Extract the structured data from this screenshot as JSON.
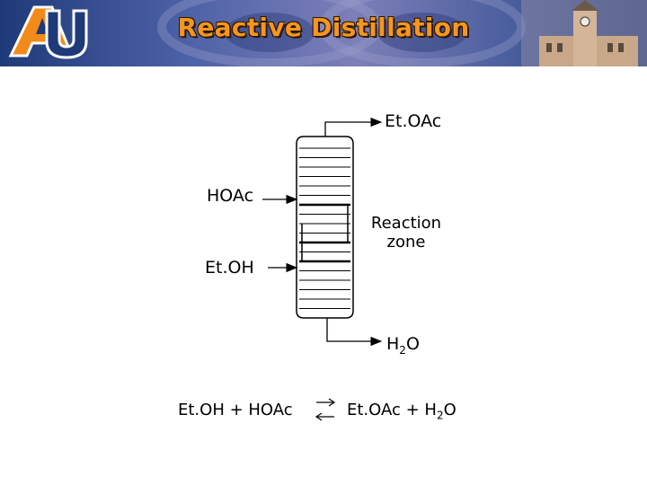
{
  "slide": {
    "title": "Reactive Distillation"
  },
  "diagram": {
    "top_product": "Et.OAc",
    "feed_acid": "HOAc",
    "feed_ethanol": "Et.OH",
    "zone_label_line1": "Reaction",
    "zone_label_line2": "zone",
    "bottom_product_main": "H",
    "bottom_product_sub": "2",
    "bottom_product_tail": "O"
  },
  "equation": {
    "reactants": "Et.OH + HOAc",
    "products_main": "Et.OAc + H",
    "products_sub": "2",
    "products_tail": "O",
    "symbol": "equilibrium-arrows"
  },
  "colors": {
    "title": "#f6961e",
    "banner": "#3c4f92",
    "lines": "#000000"
  }
}
